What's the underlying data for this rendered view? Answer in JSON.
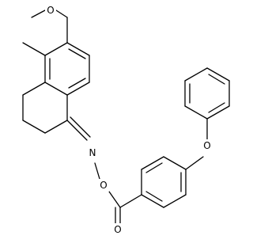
{
  "atoms": {
    "methoxy_oxygen": "O",
    "oxime_nitrogen": "N",
    "oxime_oxygen": "O",
    "carbonyl_oxygen": "O",
    "ether_oxygen": "O"
  },
  "colors": {
    "bond": "#000000",
    "label": "#000000",
    "background": "#ffffff"
  }
}
